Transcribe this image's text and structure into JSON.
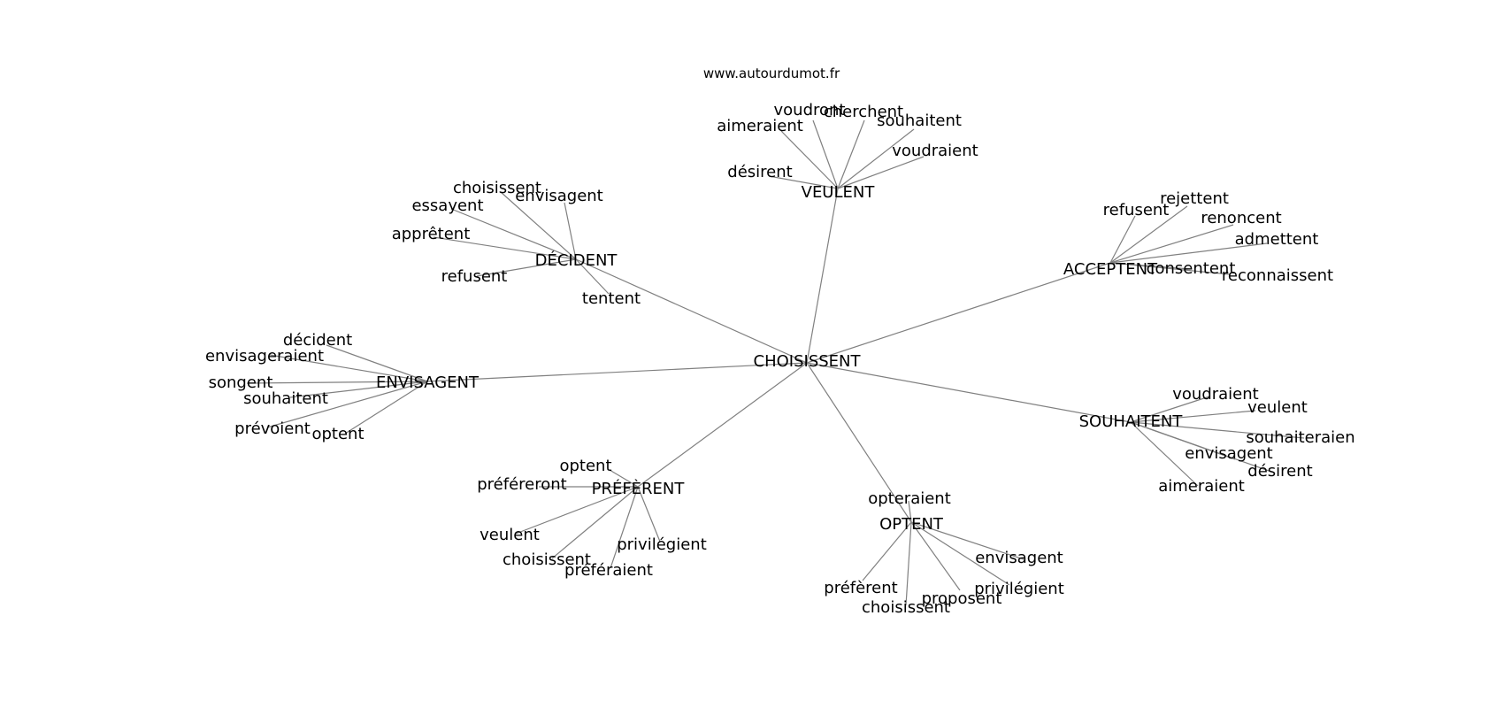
{
  "source": "www.autourdumot.fr",
  "center": "CHOISISSENT",
  "colors": {
    "edge": "#808080",
    "text": "#000000",
    "background": "#ffffff"
  },
  "clusters": [
    {
      "hub": "VEULENT",
      "leaves": [
        "aimeraient",
        "voudront",
        "cherchent",
        "souhaitent",
        "voudraient",
        "désirent"
      ]
    },
    {
      "hub": "DÉCIDENT",
      "leaves": [
        "choisissent",
        "envisagent",
        "essayent",
        "apprêtent",
        "refusent",
        "tentent"
      ]
    },
    {
      "hub": "ACCEPTENT",
      "leaves": [
        "refusent",
        "rejettent",
        "renoncent",
        "admettent",
        "consentent",
        "reconnaissent"
      ]
    },
    {
      "hub": "ENVISAGENT",
      "leaves": [
        "décident",
        "envisageraient",
        "songent",
        "souhaitent",
        "prévoient",
        "optent"
      ]
    },
    {
      "hub": "SOUHAITENT",
      "leaves": [
        "voudraient",
        "veulent",
        "souhaiteraien",
        "envisagent",
        "désirent",
        "aimeraient"
      ]
    },
    {
      "hub": "PRÉFÈRENT",
      "leaves": [
        "optent",
        "préféreront",
        "veulent",
        "choisissent",
        "préféraient",
        "privilégient"
      ]
    },
    {
      "hub": "OPTENT",
      "leaves": [
        "opteraient",
        "envisagent",
        "préfèrent",
        "choisissent",
        "proposent",
        "privilégient"
      ]
    }
  ]
}
